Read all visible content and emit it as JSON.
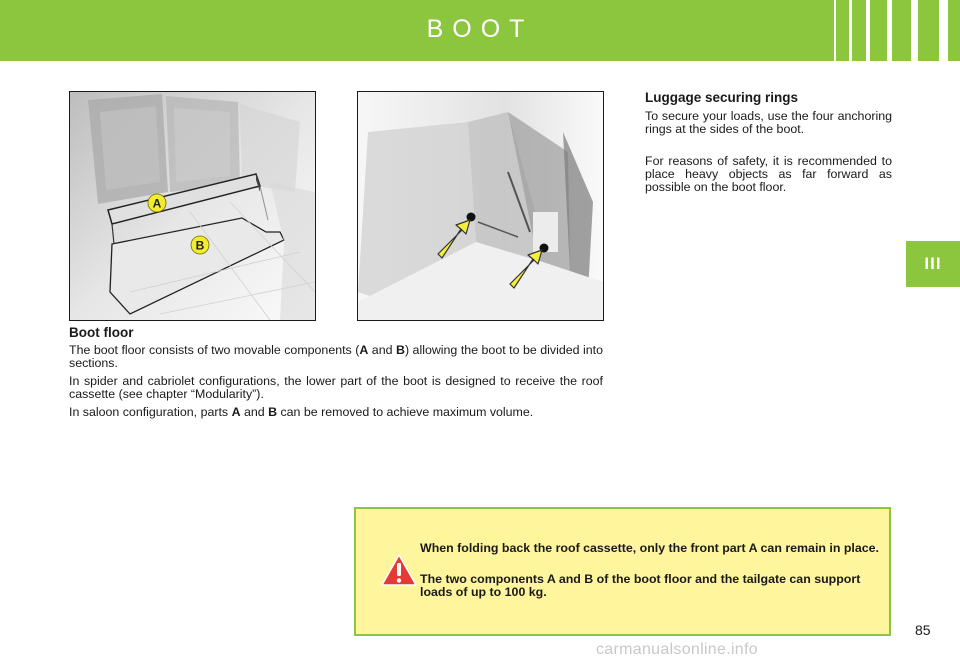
{
  "header": {
    "title": "BOOT"
  },
  "chapter_tab": {
    "label": "III"
  },
  "boot_floor": {
    "title": "Boot floor",
    "p1_before": "The boot floor consists of two movable components (",
    "p1_a": "A",
    "p1_and": " and ",
    "p1_b": "B",
    "p1_after": ") allowing the boot to be divided into sections.",
    "p2": "In spider and cabriolet configurations, the lower part of the boot is designed to receive the roof cassette (see chapter “Modularity”).",
    "p3_before": "In saloon configuration, parts ",
    "p3_a": "A",
    "p3_and": " and ",
    "p3_b": "B",
    "p3_after": " can be removed to achieve maximum volume."
  },
  "luggage_rings": {
    "title": "Luggage securing rings",
    "p1": "To secure your loads, use the four anchoring rings at the sides of the boot.",
    "p2": "For reasons of safety, it is recommended to place heavy objects as far forward as possible on the boot floor."
  },
  "photo_left": {
    "label_a": "A",
    "label_b": "B"
  },
  "warning": {
    "line1": "When folding back the roof cassette, only the front part A can remain in place.",
    "line2": "The two components A and B of the boot floor and the tailgate can support loads of up to 100 kg."
  },
  "page_number": "85",
  "watermark": "carmanualsonline.info",
  "colors": {
    "accent_green": "#8cc63e",
    "warning_yellow": "#fff59d",
    "warning_red": "#e53935",
    "arrow_yellow": "#f5ef3c"
  },
  "icons": {
    "warning": "warning-triangle-icon",
    "arrows": "pointer-arrow-icon"
  }
}
